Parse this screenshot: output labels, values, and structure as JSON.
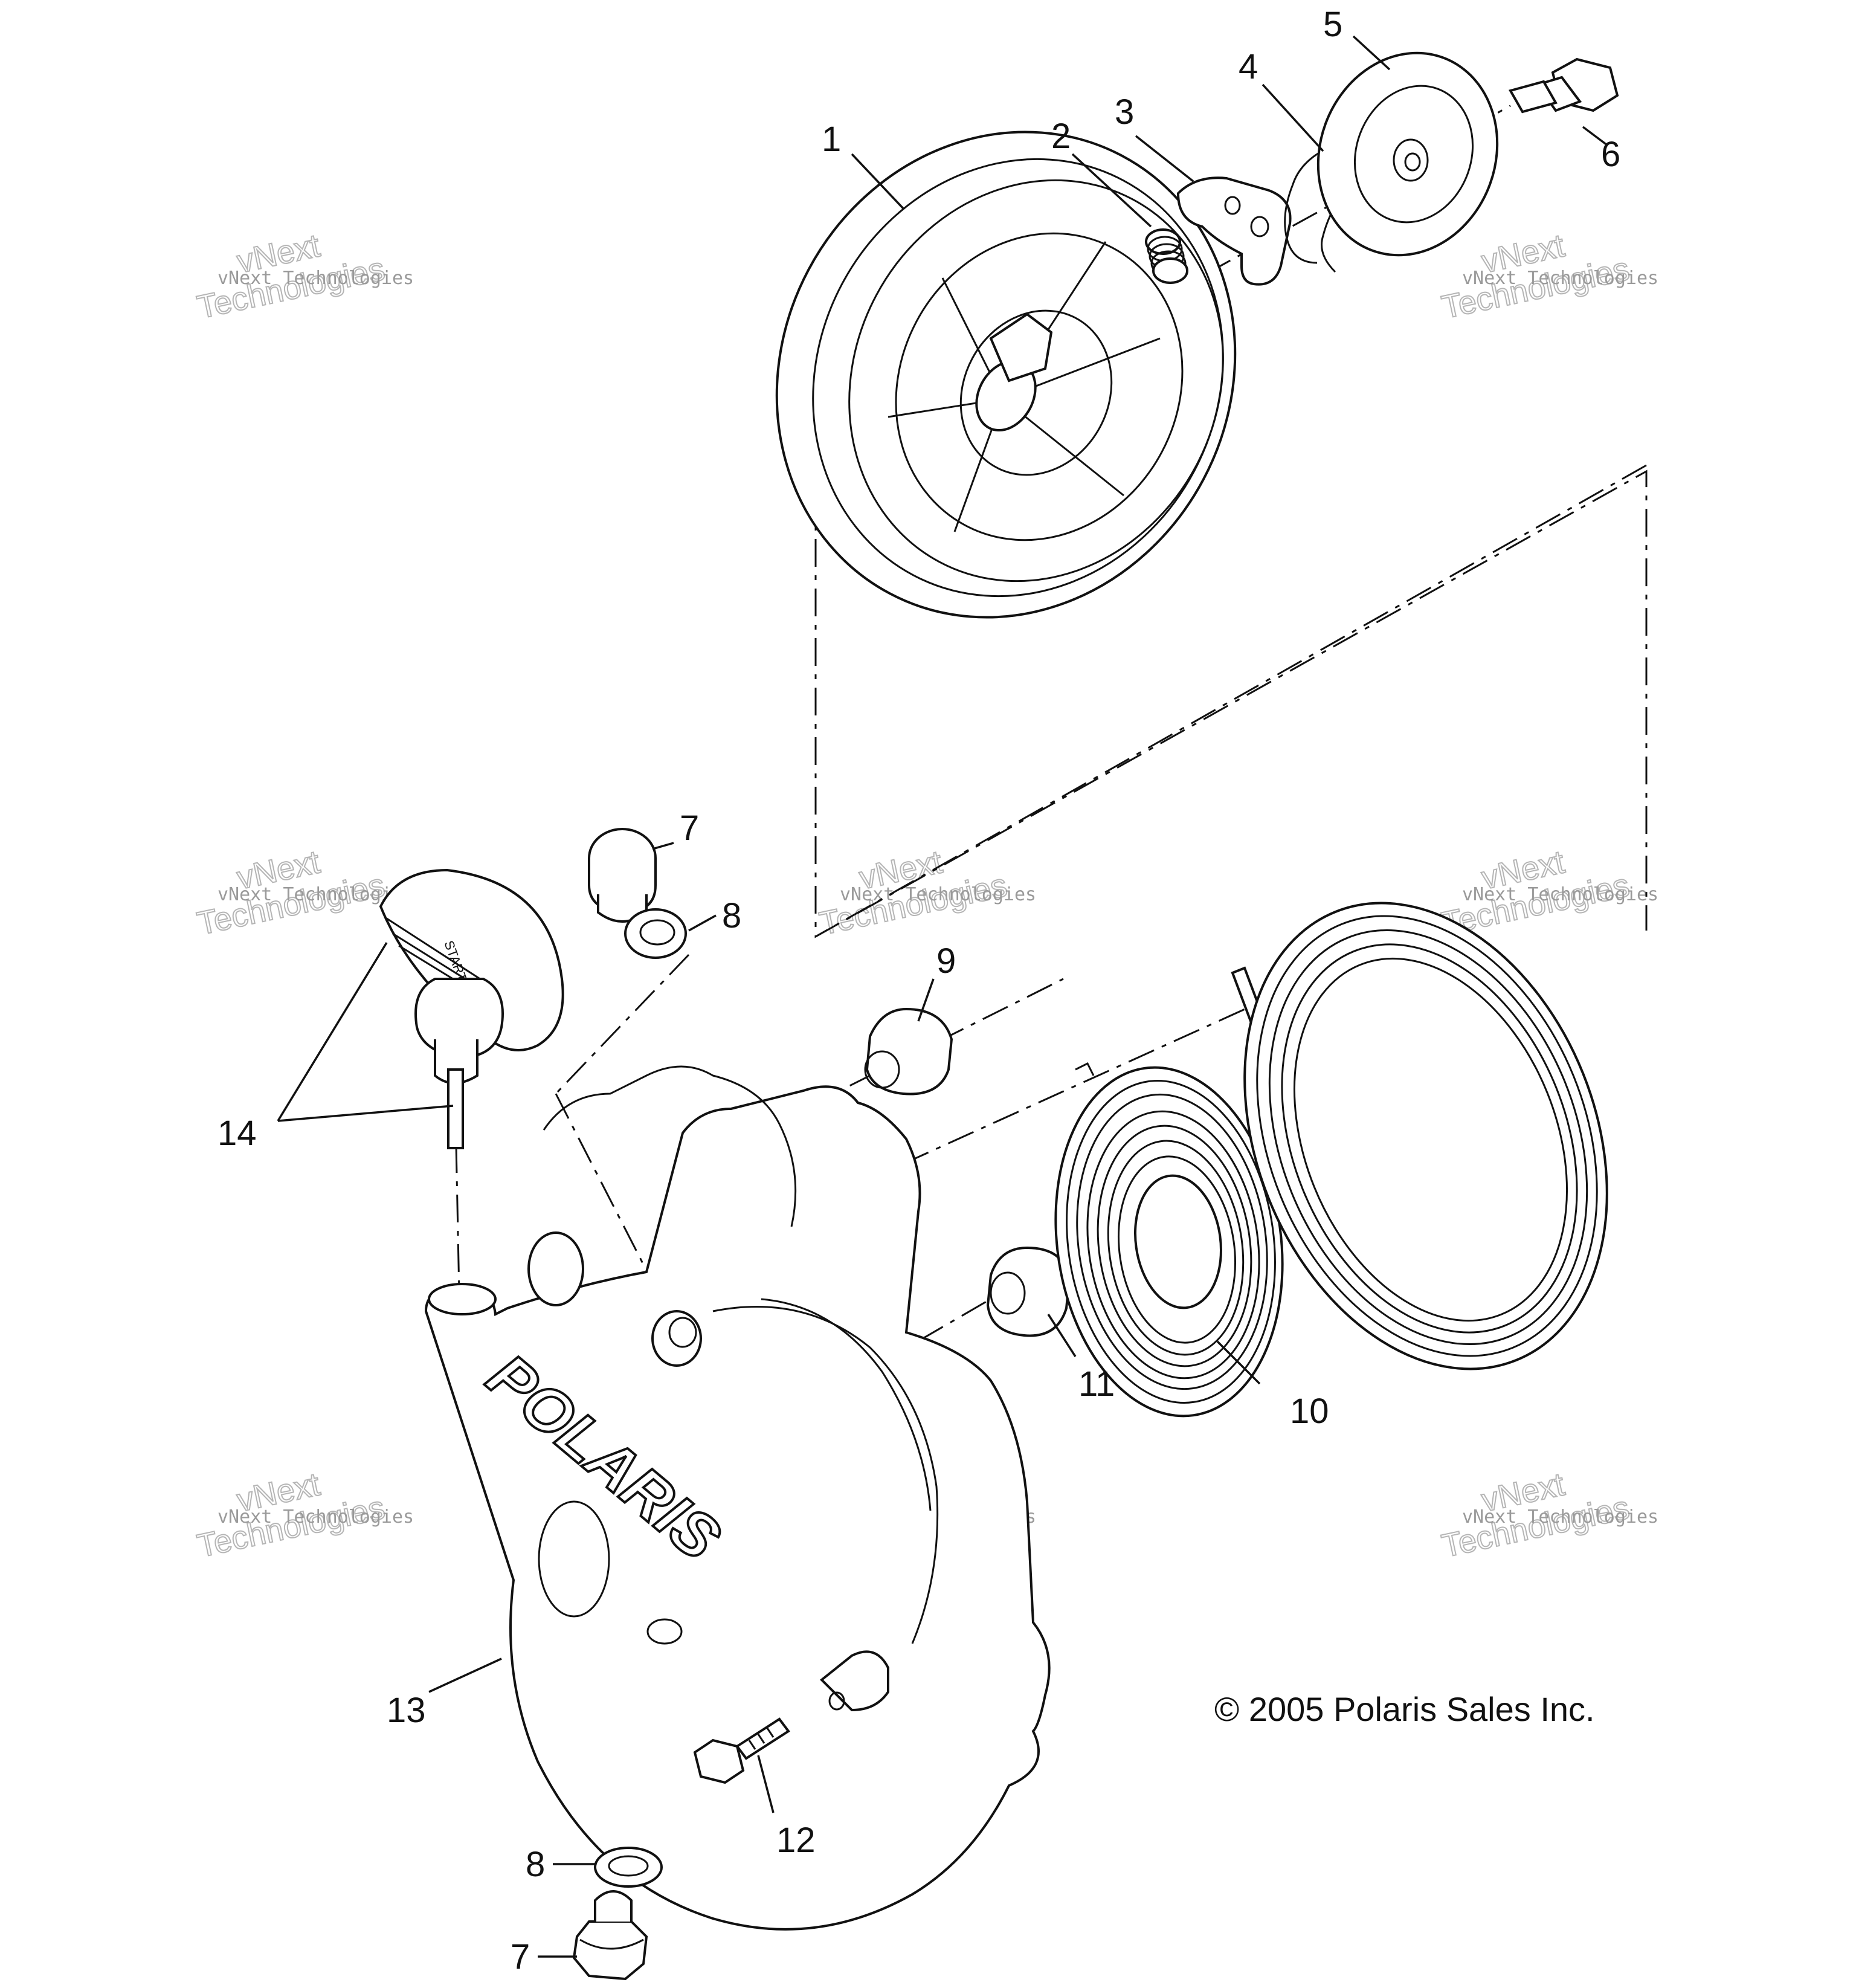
{
  "diagram": {
    "callouts": [
      {
        "id": "c1",
        "text": "1"
      },
      {
        "id": "c2",
        "text": "2"
      },
      {
        "id": "c3",
        "text": "3"
      },
      {
        "id": "c4",
        "text": "4"
      },
      {
        "id": "c5",
        "text": "5"
      },
      {
        "id": "c6",
        "text": "6"
      },
      {
        "id": "c7a",
        "text": "7"
      },
      {
        "id": "c8a",
        "text": "8"
      },
      {
        "id": "c9",
        "text": "9"
      },
      {
        "id": "c10",
        "text": "10"
      },
      {
        "id": "c11",
        "text": "11"
      },
      {
        "id": "c12",
        "text": "12"
      },
      {
        "id": "c13",
        "text": "13"
      },
      {
        "id": "c14",
        "text": "14"
      },
      {
        "id": "c8b",
        "text": "8"
      },
      {
        "id": "c7b",
        "text": "7"
      }
    ],
    "copyright": "© 2005 Polaris Sales Inc.",
    "housing_logo": "POLARIS",
    "handle_label": "START",
    "watermark": {
      "line1": "vNext Technologies",
      "line2": "vNext",
      "line3": "Technologies"
    }
  }
}
